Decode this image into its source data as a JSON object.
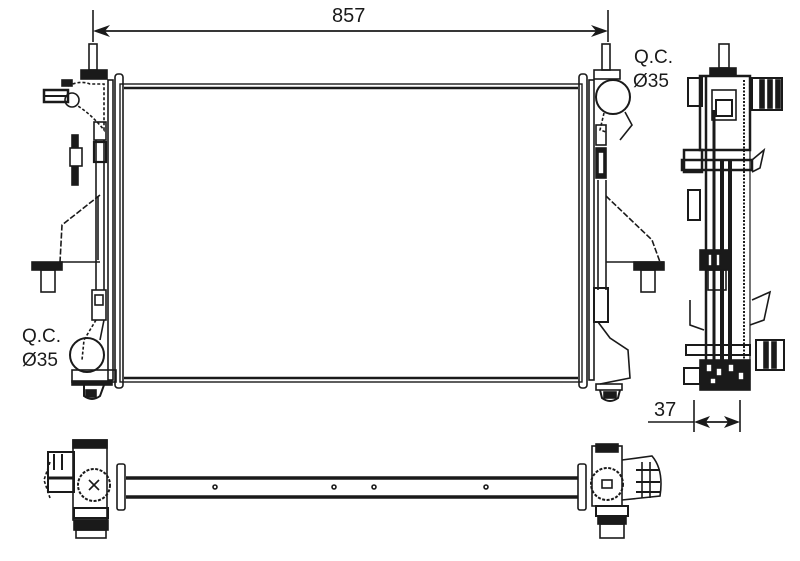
{
  "drawing": {
    "subject": "radiator",
    "stroke_color": "#1a1a1a",
    "background": "#ffffff"
  },
  "dimensions": {
    "width_label": "857",
    "depth_label": "37"
  },
  "connections": {
    "top_right": {
      "type_label": "Q.C.",
      "diameter_label": "Ø35"
    },
    "bottom_left": {
      "type_label": "Q.C.",
      "diameter_label": "Ø35"
    }
  },
  "views": [
    "front-view",
    "side-view",
    "bottom-view"
  ]
}
